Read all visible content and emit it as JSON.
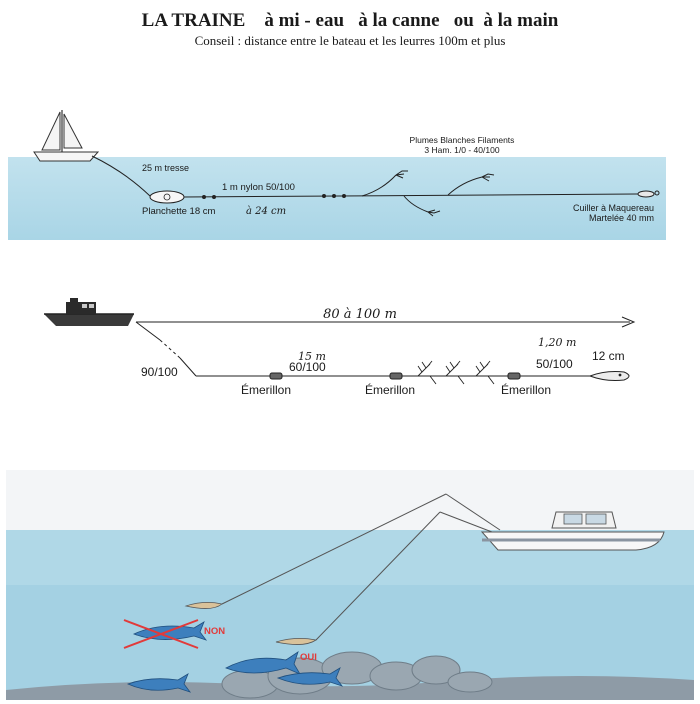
{
  "title": "LA TRAINE    à mi - eau   à la canne   ou  à la main",
  "subtitle": "Conseil :  distance entre le bateau et les leurres  100m et plus",
  "diagram1": {
    "tresse_label": "25 m tresse",
    "nylon_label": "1 m nylon 50/100",
    "planchette_label": "Planchette 18 cm",
    "planchette_hand": "à 24 cm",
    "plumes_title": "Plumes Blanches Filaments",
    "plumes_detail": "3 Ham. 1/0 - 40/100",
    "cuiller_label": "Cuiller à Maquereau",
    "cuiller_detail": "Martelée 40 mm"
  },
  "diagram2": {
    "distance_label": "80 à 100 m",
    "depth_label": "90/100",
    "section1_length": "15 m",
    "section1_diameter": "60/100",
    "section2_length": "1,20 m",
    "section2_diameter": "50/100",
    "lure_size": "12 cm",
    "swivel1": "Émerillon",
    "swivel2": "Émerillon",
    "swivel3": "Émerillon"
  },
  "diagram3": {
    "wrong_label": "NON",
    "right_label": "OUI"
  },
  "colors": {
    "water_light": "#b6dcea",
    "water_deep": "#9fd0e2",
    "water_mid": "#c9e6f0",
    "seabed": "#8e9ba6",
    "accent_red": "#e23a3a",
    "fish_blue": "#3d7fbd"
  }
}
